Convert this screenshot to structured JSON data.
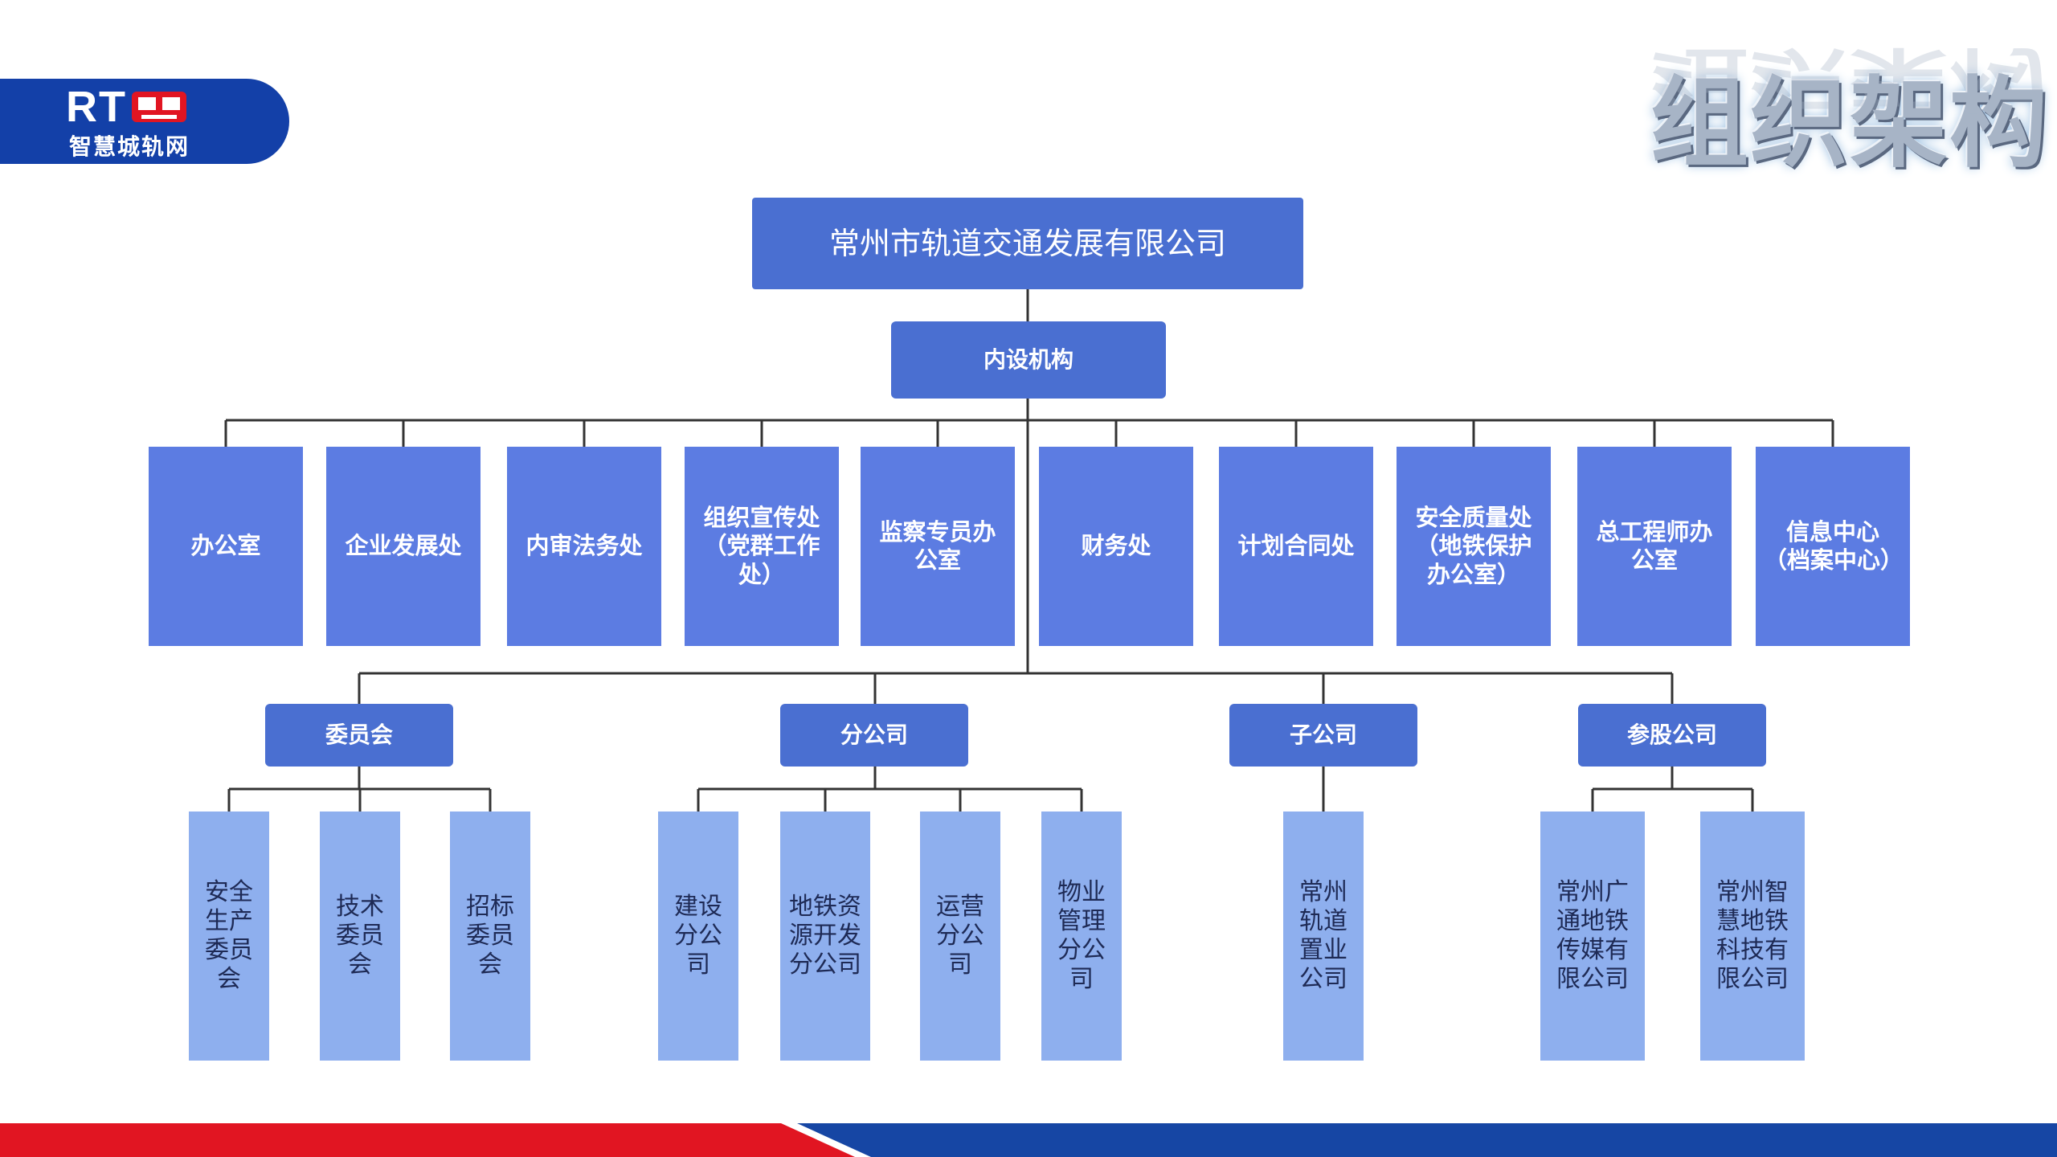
{
  "brand": {
    "logo_text": "RT",
    "name": "智慧城轨网"
  },
  "page_title": "组织架构",
  "org": {
    "root": "常州市轨道交通发展有限公司",
    "internal_header": "内设机构",
    "departments": [
      "办公室",
      "企业发展处",
      "内审法务处",
      "组织宣传处（党群工作处）",
      "监察专员办公室",
      "财务处",
      "计划合同处",
      "安全质量处（地铁保护办公室）",
      "总工程师办公室",
      "信息中心（档案中心）"
    ],
    "groups": [
      {
        "label": "委员会",
        "children": [
          "安全生产委员会",
          "技术委员会",
          "招标委员会"
        ]
      },
      {
        "label": "分公司",
        "children": [
          "建设分公司",
          "地铁资源开发分公司",
          "运营分公司",
          "物业管理分公司"
        ]
      },
      {
        "label": "子公司",
        "children": [
          "常州轨道置业公司"
        ]
      },
      {
        "label": "参股公司",
        "children": [
          "常州广通地铁传媒有限公司",
          "常州智慧地铁科技有限公司"
        ]
      }
    ]
  },
  "colors": {
    "brand_blue": "#1340a8",
    "header_box": "#4a6fd1",
    "department_box": "#5c7ce2",
    "leaf_box": "#8eafee",
    "connector": "#333333",
    "footer_red": "#e11522",
    "footer_blue": "#1646a4"
  }
}
